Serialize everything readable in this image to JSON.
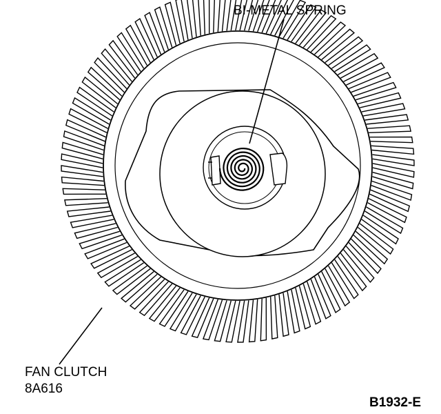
{
  "labels": {
    "bimetal_spring": "BI-METAL SPRING",
    "fan_clutch_line1": "FAN CLUTCH",
    "fan_clutch_line2": "8A616",
    "figure_code": "B1932-E"
  },
  "colors": {
    "ink": "#000000",
    "paper": "#ffffff"
  },
  "fins": {
    "count": 96
  }
}
